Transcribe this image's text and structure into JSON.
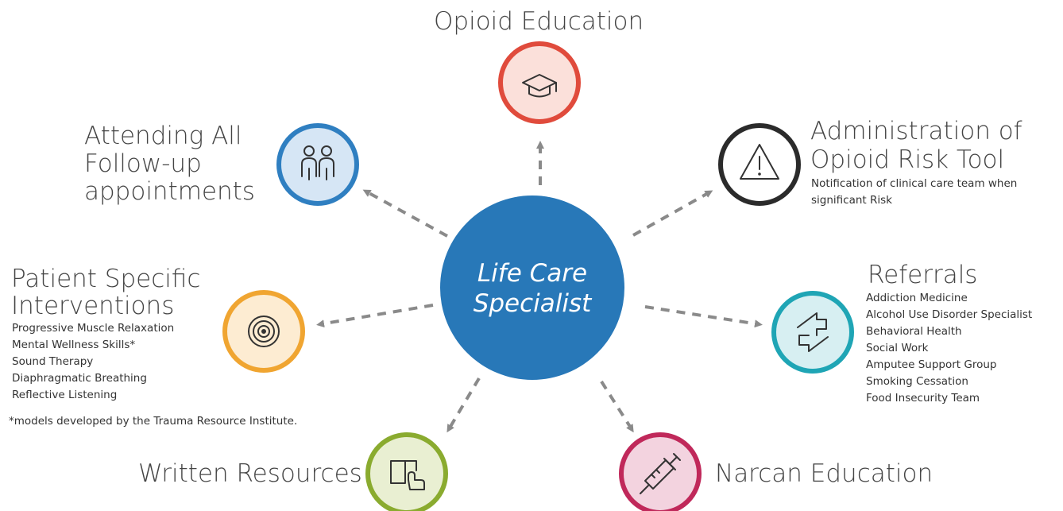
{
  "center": {
    "line1": "Life Care",
    "line2": "Specialist"
  },
  "nodes": {
    "opioid_education": {
      "title": "Opioid Education",
      "color": "#e04b3c",
      "fill": "#fbe0da",
      "icon": "graduation-cap-icon"
    },
    "risk_tool": {
      "title_line1": "Administration of",
      "title_line2": "Opioid Risk Tool",
      "note_line1": "Notification of clinical care team when",
      "note_line2": "significant Risk",
      "color": "#2b2b2b",
      "fill": "#ffffff",
      "icon": "warning-triangle-icon"
    },
    "referrals": {
      "title": "Referrals",
      "items": [
        "Addiction Medicine",
        "Alcohol Use Disorder Specialist",
        "Behavioral Health",
        "Social Work",
        "Amputee Support Group",
        "Smoking Cessation",
        "Food Insecurity Team"
      ],
      "color": "#1fa5b5",
      "fill": "#d7eff2",
      "icon": "swap-arrows-icon"
    },
    "narcan": {
      "title": "Narcan Education",
      "color": "#c0285a",
      "fill": "#f3d3df",
      "icon": "syringe-icon"
    },
    "written": {
      "title": "Written Resources",
      "color": "#8aab2f",
      "fill": "#e9efd2",
      "icon": "book-pointer-icon"
    },
    "patient": {
      "title_line1": "Patient Specific",
      "title_line2": "Interventions",
      "items": [
        "Progressive Muscle Relaxation",
        "Mental Wellness Skills*",
        "Sound Therapy",
        "Diaphragmatic Breathing",
        "Reflective Listening"
      ],
      "footnote": "*models developed by the Trauma Resource Institute.",
      "color": "#f0a531",
      "fill": "#fdecd2",
      "icon": "target-icon"
    },
    "attending": {
      "title_line1": "Attending All",
      "title_line2": "Follow-up",
      "title_line3": "appointments",
      "color": "#2f7fc1",
      "fill": "#d6e6f5",
      "icon": "people-icon"
    }
  },
  "colors": {
    "center": "#2878b8",
    "arrow": "#8a8a8a"
  }
}
